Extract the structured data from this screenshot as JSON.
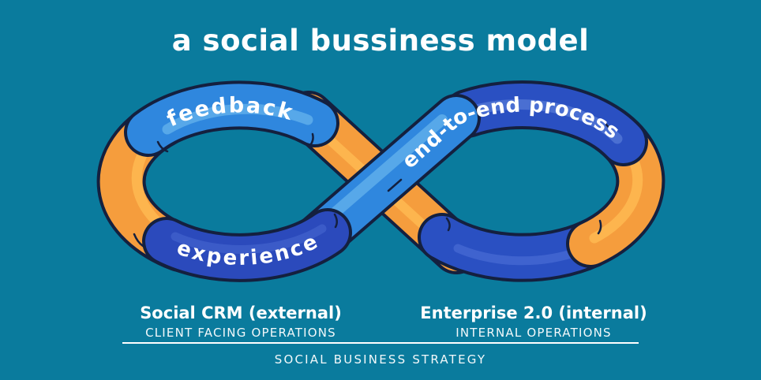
{
  "title": "a social bussiness model",
  "diagram": {
    "feedback_label": "feedback",
    "experience_label": "experience",
    "process_label": "end-to-end process",
    "colors": {
      "background": "#0a7b9d",
      "orange": "#f59d3d",
      "orange_highlight": "#fdb54e",
      "medium_blue": "#2f87de",
      "medium_blue_highlight": "#57a8e9",
      "royal_blue": "#2a50c2",
      "royal_blue_highlight": "#4a6fd2",
      "dark_blue": "#2b4abc",
      "outline": "#14203f",
      "text": "#ffffff"
    }
  },
  "footer": {
    "left": {
      "title": "Social CRM (external)",
      "subtitle": "CLIENT FACING OPERATIONS"
    },
    "right": {
      "title": "Enterprise 2.0 (internal)",
      "subtitle": "INTERNAL OPERATIONS"
    },
    "strategy": "SOCIAL BUSINESS STRATEGY"
  }
}
